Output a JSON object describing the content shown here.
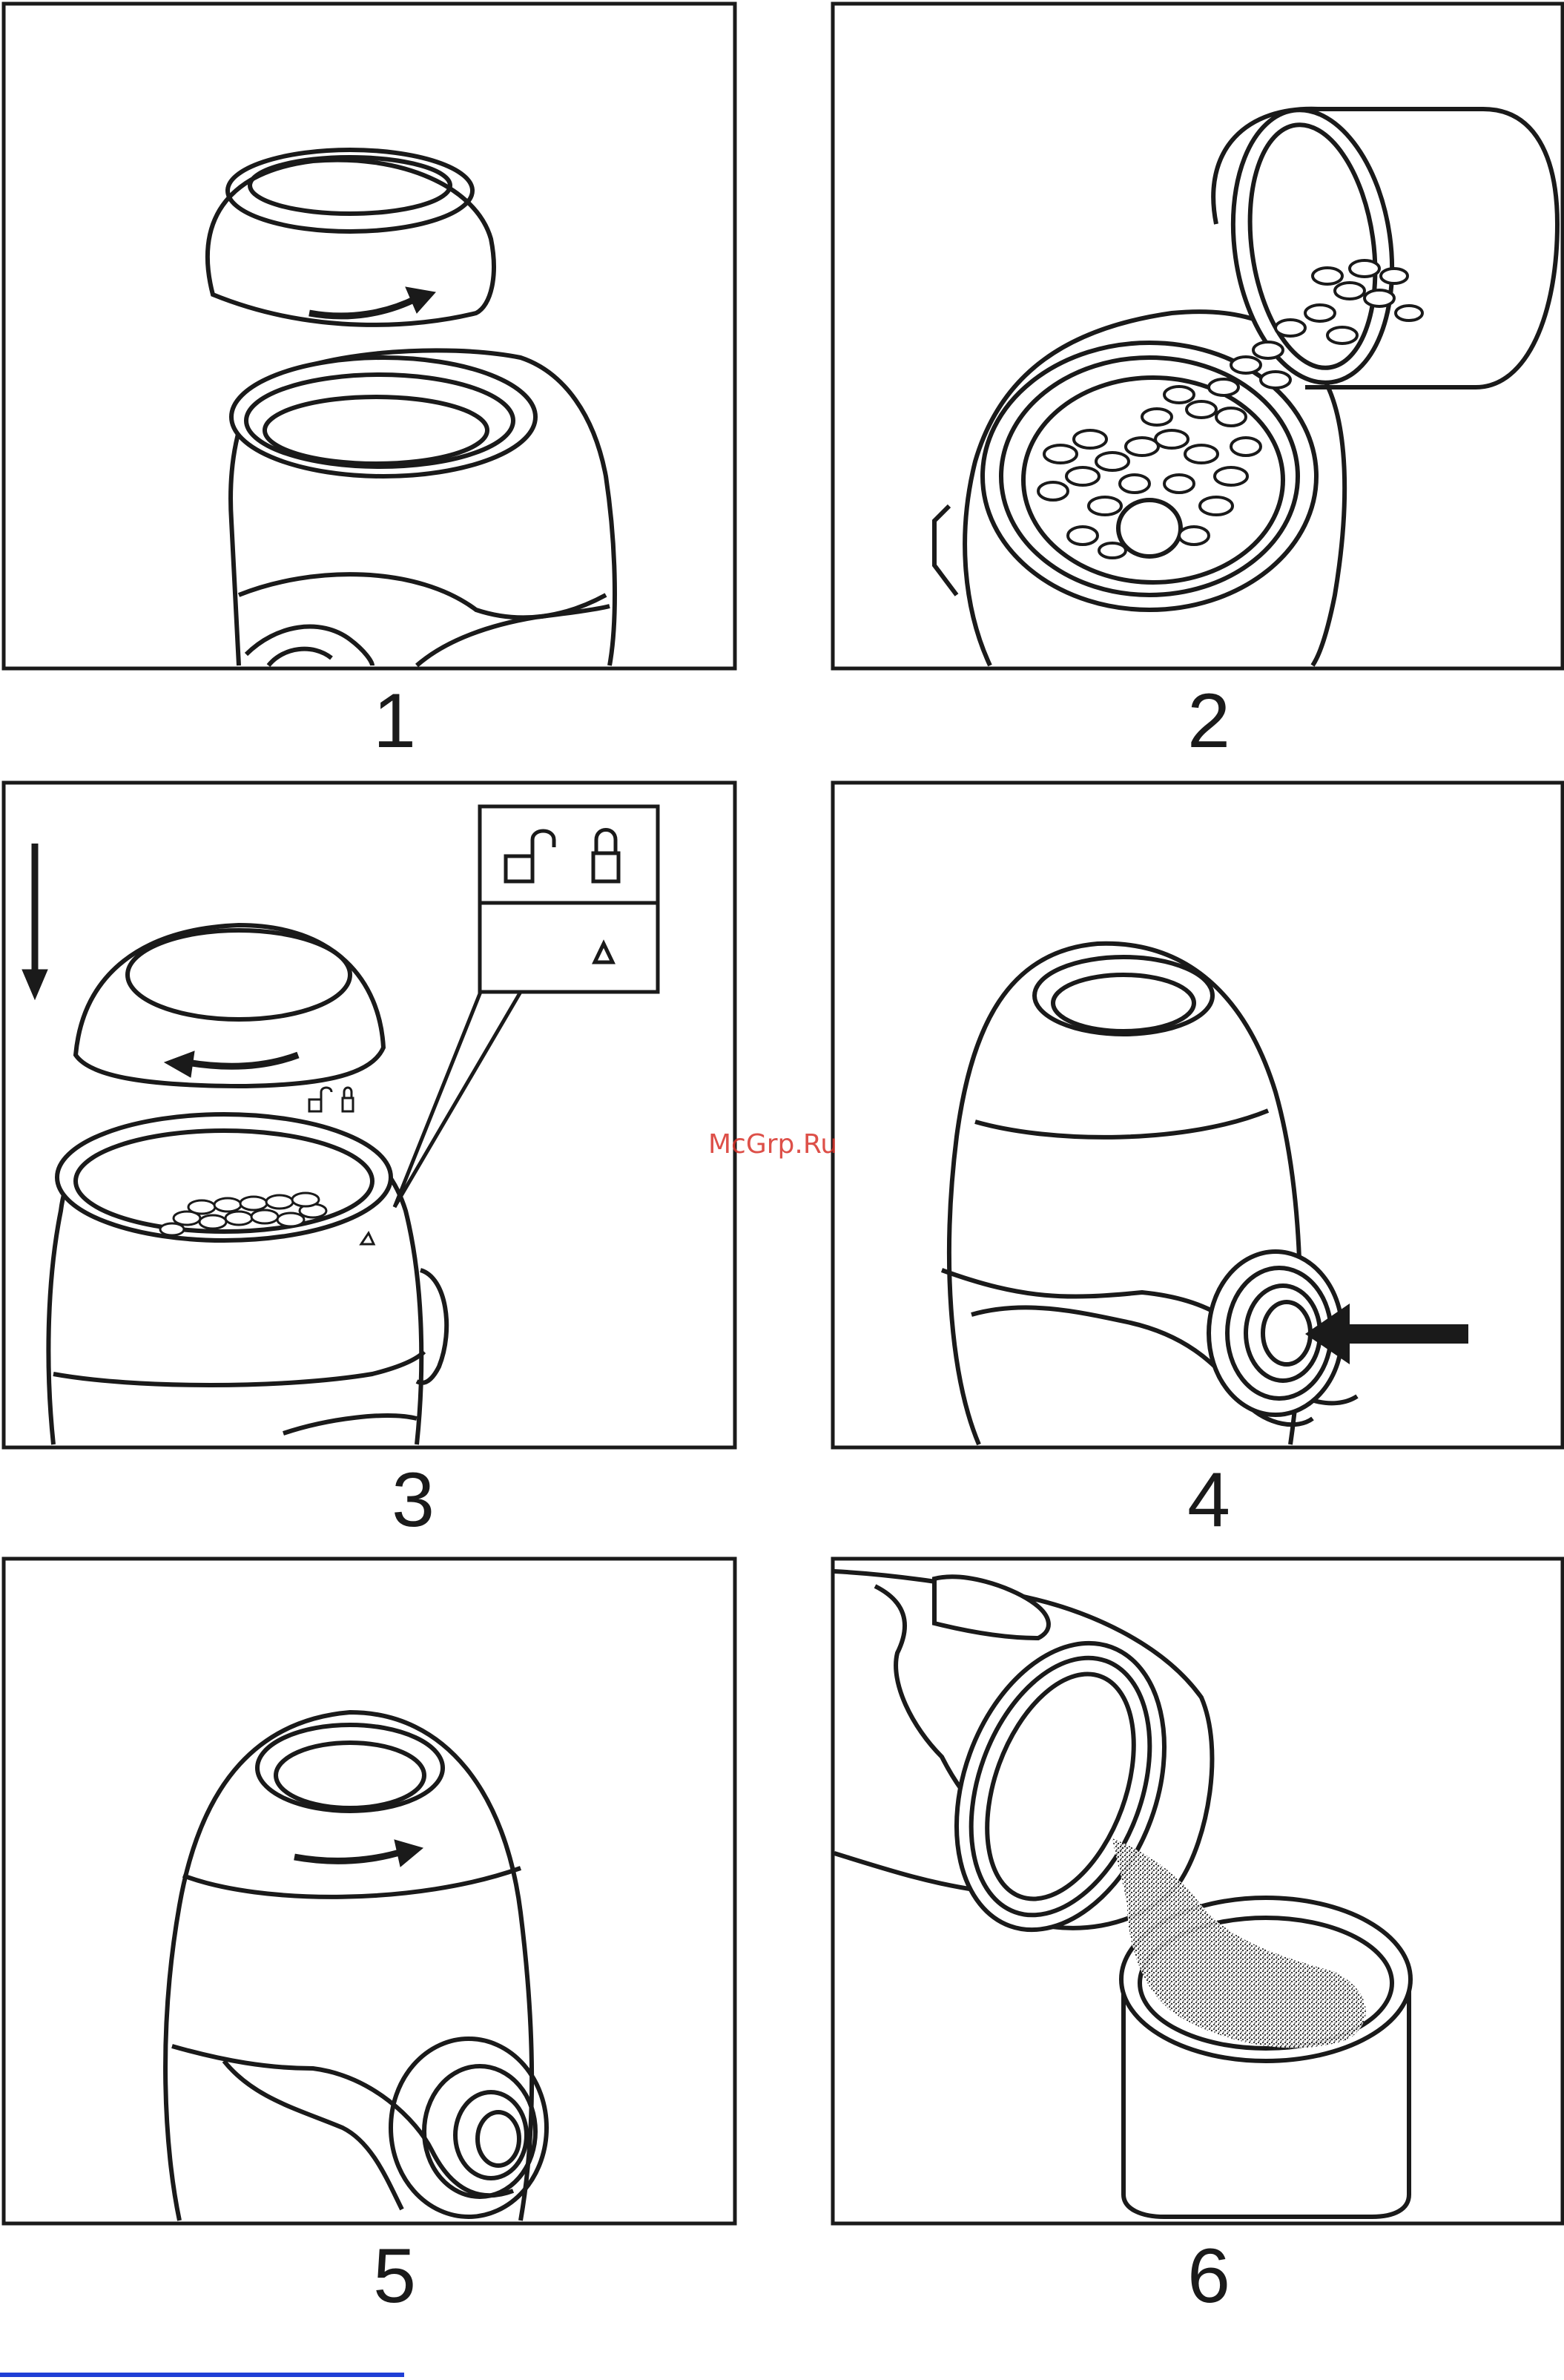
{
  "steps": [
    {
      "number": "1"
    },
    {
      "number": "2"
    },
    {
      "number": "3"
    },
    {
      "number": "4"
    },
    {
      "number": "5"
    },
    {
      "number": "6"
    }
  ],
  "watermark": "McGrp.Ru",
  "colors": {
    "ink": "#1a1a1a",
    "paper": "#ffffff",
    "watermark": "#d8322a",
    "footer_line": "#1f3fd6"
  }
}
